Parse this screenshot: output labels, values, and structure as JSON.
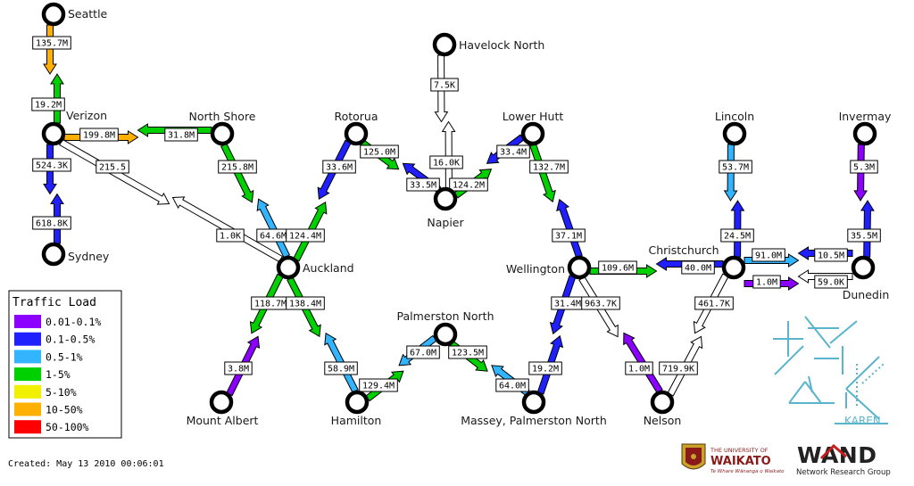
{
  "colors": {
    "white": "#ffffff",
    "purple": "#8c00ff",
    "blue": "#2020ff",
    "cyan": "#32b4ff",
    "green": "#00d000",
    "yellow": "#f0f000",
    "orange": "#ffb000",
    "red": "#ff0000",
    "karen": "#5ab4cc",
    "waikato_red": "#8a1a1a",
    "wand_red": "#c81e1e"
  },
  "legend": {
    "title": "Traffic Load",
    "items": [
      {
        "label": "0.01-0.1%",
        "color": "purple"
      },
      {
        "label": "0.1-0.5%",
        "color": "blue"
      },
      {
        "label": "0.5-1%",
        "color": "cyan"
      },
      {
        "label": "1-5%",
        "color": "green"
      },
      {
        "label": "5-10%",
        "color": "yellow"
      },
      {
        "label": "10-50%",
        "color": "orange"
      },
      {
        "label": "50-100%",
        "color": "red"
      }
    ]
  },
  "created": "Created: May 13 2010 00:06:01",
  "logos": {
    "karen": {
      "text": "KAREN"
    },
    "waikato": {
      "line1": "THE UNIVERSITY OF",
      "line2": "WAIKATO",
      "line3": "Te Whare Wānanga o Waikato"
    },
    "wand": {
      "text": "WAND",
      "sub": "Network Research Group"
    }
  },
  "nodes": {
    "seattle": {
      "label": "Seattle"
    },
    "verizon": {
      "label": "Verizon"
    },
    "sydney": {
      "label": "Sydney"
    },
    "northshore": {
      "label": "North Shore"
    },
    "auckland": {
      "label": "Auckland"
    },
    "mtalbert": {
      "label": "Mount Albert"
    },
    "hamilton": {
      "label": "Hamilton"
    },
    "rotorua": {
      "label": "Rotorua"
    },
    "havelock": {
      "label": "Havelock North"
    },
    "napier": {
      "label": "Napier"
    },
    "palmerston": {
      "label": "Palmerston North"
    },
    "massey": {
      "label": "Massey, Palmerston North"
    },
    "lowerhutt": {
      "label": "Lower Hutt"
    },
    "wellington": {
      "label": "Wellington"
    },
    "nelson": {
      "label": "Nelson"
    },
    "christchurch": {
      "label": "Christchurch"
    },
    "lincoln": {
      "label": "Lincoln"
    },
    "invermay": {
      "label": "Invermay"
    },
    "dunedin": {
      "label": "Dunedin"
    }
  },
  "links": [
    {
      "from": "verizon",
      "to": "seattle",
      "ab": {
        "value": "19.2M",
        "color": "green"
      },
      "ba": {
        "value": "135.7M",
        "color": "orange"
      }
    },
    {
      "from": "verizon",
      "to": "sydney",
      "ab": {
        "value": "524.3K",
        "color": "blue"
      },
      "ba": {
        "value": "618.8K",
        "color": "blue"
      }
    },
    {
      "from": "verizon",
      "to": "northshore",
      "ab": {
        "value": "199.8M",
        "color": "orange"
      },
      "ba": {
        "value": "31.8M",
        "color": "green"
      }
    },
    {
      "from": "verizon",
      "to": "auckland",
      "ab": {
        "value": "215.5",
        "color": "white"
      },
      "ba": {
        "value": "1.0K",
        "color": "white"
      }
    },
    {
      "from": "northshore",
      "to": "auckland",
      "ab": {
        "value": "215.8M",
        "color": "green"
      },
      "ba": {
        "value": "64.6M",
        "color": "cyan"
      }
    },
    {
      "from": "auckland",
      "to": "rotorua",
      "ab": {
        "value": "124.4M",
        "color": "green"
      },
      "ba": {
        "value": "33.6M",
        "color": "blue"
      }
    },
    {
      "from": "auckland",
      "to": "mtalbert",
      "ab": {
        "value": "118.7M",
        "color": "green"
      },
      "ba": {
        "value": "3.8M",
        "color": "purple"
      }
    },
    {
      "from": "auckland",
      "to": "hamilton",
      "ab": {
        "value": "138.4M",
        "color": "green"
      },
      "ba": {
        "value": "58.9M",
        "color": "cyan"
      }
    },
    {
      "from": "rotorua",
      "to": "napier",
      "ab": {
        "value": "125.0M",
        "color": "green"
      },
      "ba": {
        "value": "33.5M",
        "color": "blue"
      }
    },
    {
      "from": "havelock",
      "to": "napier",
      "ab": {
        "value": "7.5K",
        "color": "white"
      },
      "ba": {
        "value": "16.0K",
        "color": "white"
      }
    },
    {
      "from": "napier",
      "to": "lowerhutt",
      "ab": {
        "value": "124.2M",
        "color": "green"
      },
      "ba": {
        "value": "33.4M",
        "color": "blue"
      }
    },
    {
      "from": "hamilton",
      "to": "palmerston",
      "ab": {
        "value": "129.4M",
        "color": "green"
      },
      "ba": {
        "value": "67.0M",
        "color": "cyan"
      }
    },
    {
      "from": "palmerston",
      "to": "massey",
      "ab": {
        "value": "123.5M",
        "color": "green"
      },
      "ba": {
        "value": "64.0M",
        "color": "cyan"
      }
    },
    {
      "from": "lowerhutt",
      "to": "wellington",
      "ab": {
        "value": "132.7M",
        "color": "green"
      },
      "ba": {
        "value": "37.1M",
        "color": "blue"
      }
    },
    {
      "from": "wellington",
      "to": "massey",
      "ab": {
        "value": "31.4M",
        "color": "blue"
      },
      "ba": {
        "value": "19.2M",
        "color": "blue"
      }
    },
    {
      "from": "wellington",
      "to": "nelson",
      "ab": {
        "value": "963.7K",
        "color": "white"
      },
      "ba": {
        "value": "1.0M",
        "color": "purple"
      }
    },
    {
      "from": "wellington",
      "to": "christchurch",
      "ab": {
        "value": "109.6M",
        "color": "green"
      },
      "ba": {
        "value": "40.0M",
        "color": "blue"
      }
    },
    {
      "from": "christchurch",
      "to": "nelson",
      "ab": {
        "value": "461.7K",
        "color": "white"
      },
      "ba": {
        "value": "719.9K",
        "color": "white"
      }
    },
    {
      "from": "christchurch",
      "to": "lincoln",
      "ab": {
        "value": "24.5M",
        "color": "blue"
      },
      "ba": {
        "value": "53.7M",
        "color": "cyan"
      }
    },
    {
      "from": "christchurch",
      "to": "dunedin",
      "ab": {
        "value": "91.0M",
        "color": "cyan"
      },
      "ba": {
        "value": "10.5M",
        "color": "blue"
      }
    },
    {
      "from": "christchurch",
      "to": "dunedin",
      "ab": {
        "value": "1.0M",
        "color": "purple"
      },
      "ba": {
        "value": "59.0K",
        "color": "white"
      }
    },
    {
      "from": "dunedin",
      "to": "invermay",
      "ab": {
        "value": "35.5M",
        "color": "blue"
      },
      "ba": {
        "value": "5.3M",
        "color": "purple"
      }
    }
  ]
}
